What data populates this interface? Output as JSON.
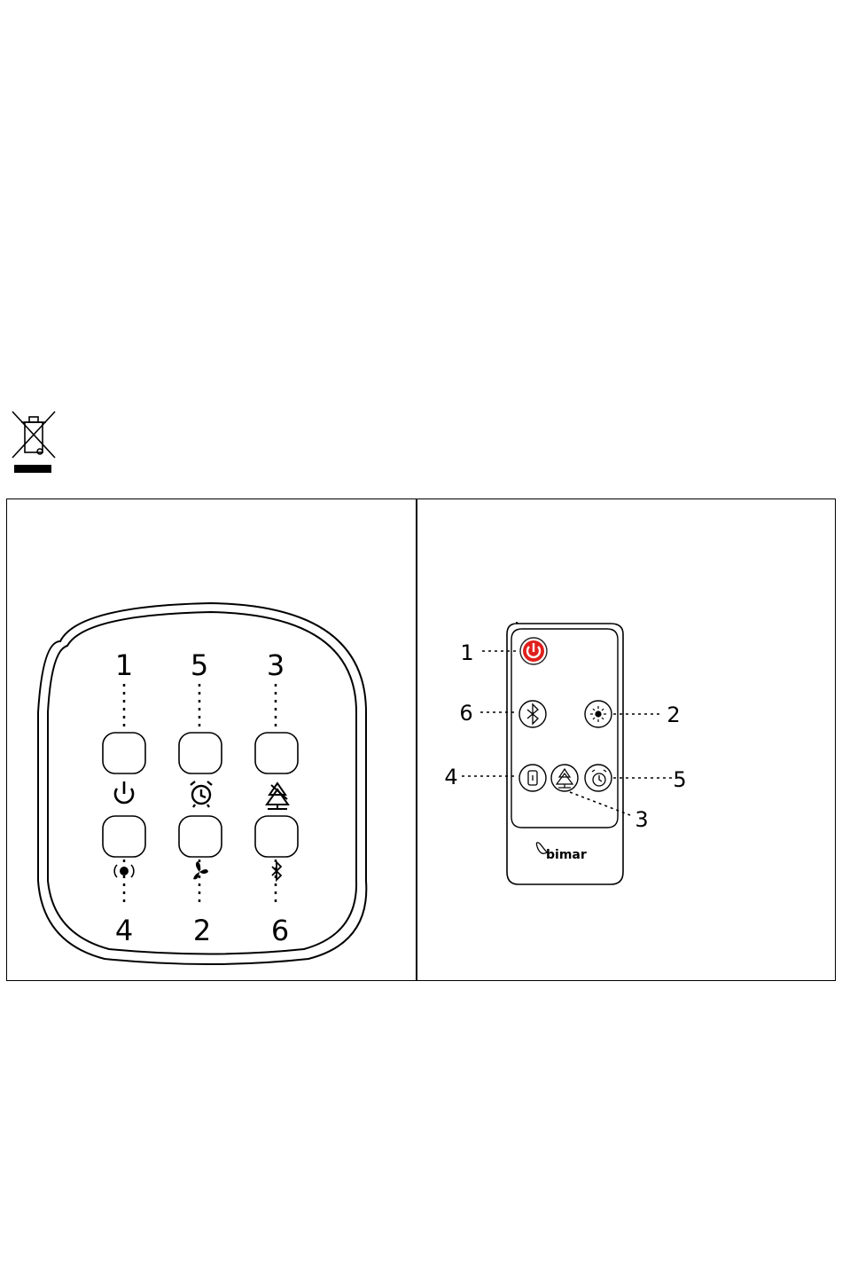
{
  "weee_symbol": {
    "icon": "crossed-out-wheelie-bin-icon"
  },
  "control_panel": {
    "top_row": [
      {
        "number": "1",
        "icon": "power-icon"
      },
      {
        "number": "5",
        "icon": "alarm-clock-icon"
      },
      {
        "number": "3",
        "icon": "tree-mute-icon"
      }
    ],
    "bottom_row": [
      {
        "number": "4",
        "icon": "dot-target-icon"
      },
      {
        "number": "2",
        "icon": "fan-icon"
      },
      {
        "number": "6",
        "icon": "bluetooth-icon"
      }
    ]
  },
  "remote_control": {
    "brand": "bimar",
    "power_button_color": "#e0201c",
    "callouts": [
      {
        "number": "1",
        "icon": "power-icon"
      },
      {
        "number": "6",
        "icon": "bluetooth-icon"
      },
      {
        "number": "2",
        "icon": "fan-icon"
      },
      {
        "number": "4",
        "icon": "mode-icon"
      },
      {
        "number": "3",
        "icon": "tree-icon"
      },
      {
        "number": "5",
        "icon": "alarm-clock-icon"
      }
    ]
  }
}
